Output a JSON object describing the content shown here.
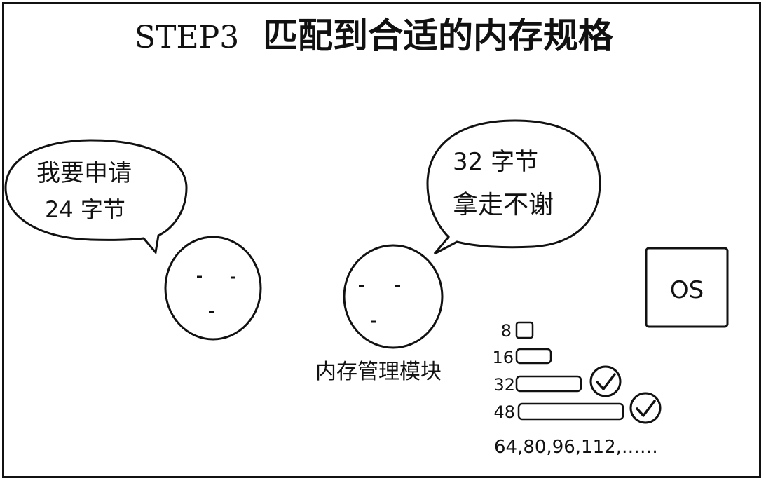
{
  "title": {
    "step": "STEP3",
    "text": "匹配到合适的内存规格"
  },
  "speech_left": {
    "line1": "我要申请",
    "line2": "24 字节"
  },
  "speech_right": {
    "line1": "32 字节",
    "line2": "拿走不谢"
  },
  "memory_module_label": "内存管理模块",
  "os_label": "OS",
  "size_classes": [
    {
      "label": "8",
      "checked": false
    },
    {
      "label": "16",
      "checked": false
    },
    {
      "label": "32",
      "checked": true
    },
    {
      "label": "48",
      "checked": true
    }
  ],
  "more_sizes": "64,80,96,112,……"
}
